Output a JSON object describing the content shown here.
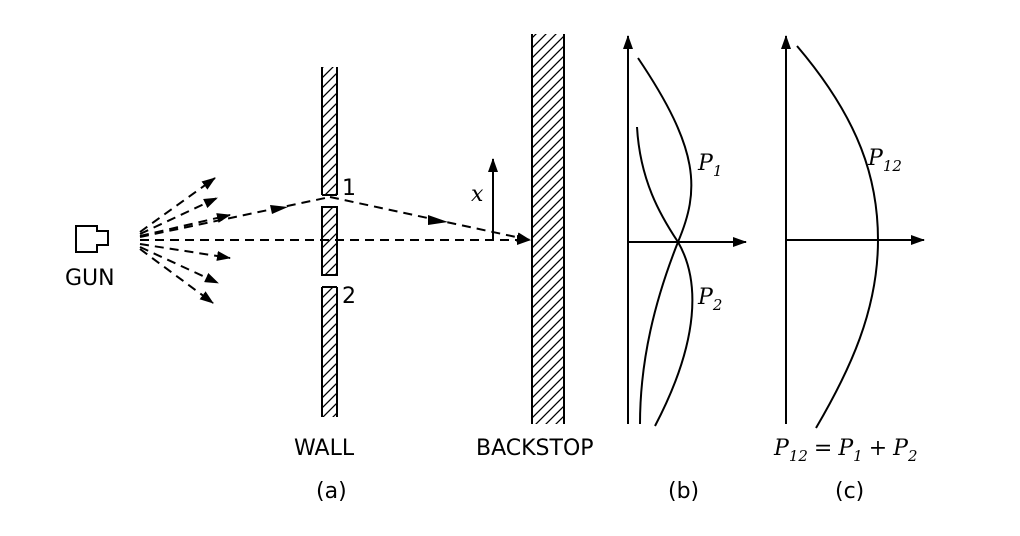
{
  "labels": {
    "gun": "GUN",
    "wall": "WALL",
    "backstop": "BACKSTOP",
    "panel_a": "(a)",
    "panel_b": "(b)",
    "panel_c": "(c)",
    "hole_1": "1",
    "hole_2": "2",
    "x_axis": "x"
  },
  "curves": {
    "p1": {
      "base": "P",
      "sub": "1"
    },
    "p2": {
      "base": "P",
      "sub": "2"
    },
    "p12": {
      "base": "P",
      "sub": "12"
    }
  },
  "equation": {
    "lhs_base": "P",
    "lhs_sub": "12",
    "equals": "=",
    "t1_base": "P",
    "t1_sub": "1",
    "plus": "+",
    "t2_base": "P",
    "t2_sub": "2"
  }
}
